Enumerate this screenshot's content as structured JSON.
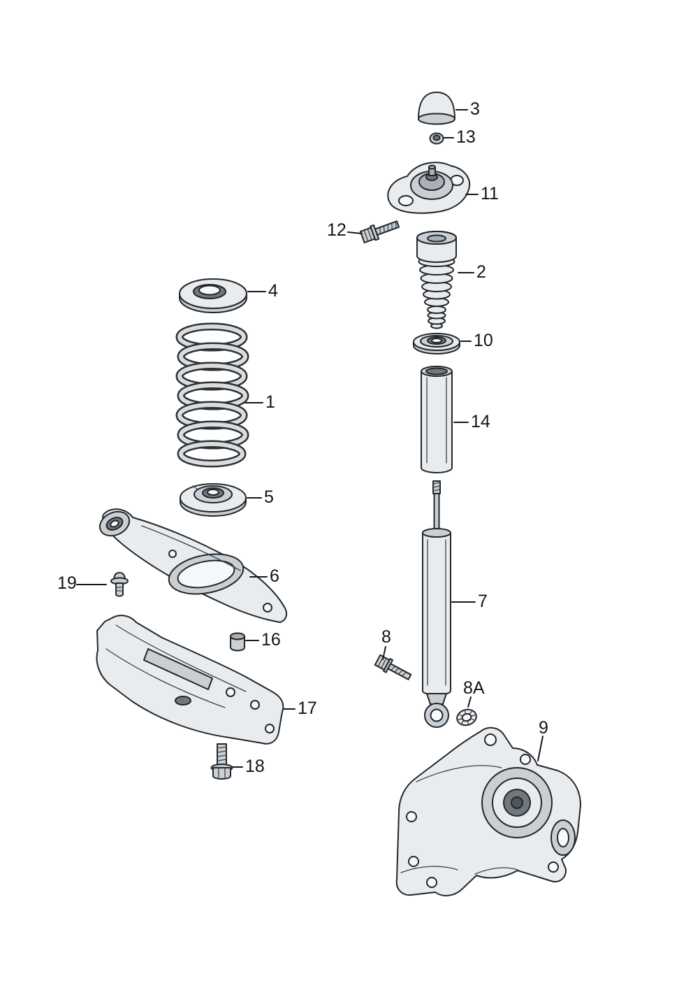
{
  "diagram": {
    "type": "exploded-parts-diagram",
    "subject": "rear-suspension-shock-spring-and-links",
    "background": "#ffffff",
    "palette": {
      "outline": "#22262a",
      "fill_light": "#e9ecee",
      "fill_mid": "#c9cfd3",
      "fill_dark": "#aab0b5",
      "fill_deep": "#70777d",
      "label_color": "#121416"
    },
    "callouts": {
      "c1": {
        "label": "1"
      },
      "c2": {
        "label": "2"
      },
      "c3": {
        "label": "3"
      },
      "c4": {
        "label": "4"
      },
      "c5": {
        "label": "5"
      },
      "c6": {
        "label": "6"
      },
      "c7": {
        "label": "7"
      },
      "c8": {
        "label": "8"
      },
      "c8a": {
        "label": "8A"
      },
      "c9": {
        "label": "9"
      },
      "c10": {
        "label": "10"
      },
      "c11": {
        "label": "11"
      },
      "c12": {
        "label": "12"
      },
      "c13": {
        "label": "13"
      },
      "c14": {
        "label": "14"
      },
      "c16": {
        "label": "16"
      },
      "c17": {
        "label": "17"
      },
      "c18": {
        "label": "18"
      },
      "c19": {
        "label": "19"
      }
    }
  }
}
